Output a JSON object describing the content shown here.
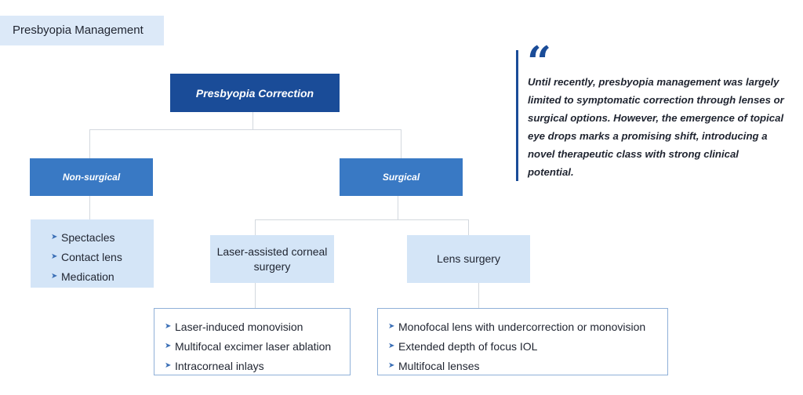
{
  "header_tag": "Presbyopia Management",
  "diagram": {
    "root": "Presbyopia Correction",
    "non_surgical": {
      "label": "Non-surgical",
      "items": [
        "Spectacles",
        "Contact lens",
        "Medication"
      ]
    },
    "surgical": {
      "label": "Surgical",
      "laser": {
        "label": "Laser-assisted corneal surgery",
        "items": [
          "Laser-induced monovision",
          "Multifocal excimer laser ablation",
          "Intracorneal inlays"
        ]
      },
      "lens": {
        "label": "Lens surgery",
        "items": [
          "Monofocal lens with undercorrection or monovision",
          "Extended depth of focus IOL",
          "Multifocal lenses"
        ]
      }
    }
  },
  "quote": {
    "mark": "“",
    "text": "Until recently, presbyopia management was largely limited to symptomatic correction through lenses or surgical options. However, the emergence of topical eye drops marks a promising shift, introducing a novel therapeutic class with strong clinical potential."
  },
  "colors": {
    "dark_blue": "#1a4c98",
    "mid_blue": "#3979c4",
    "light_blue": "#d4e5f7",
    "connector": "#d3d8de"
  },
  "icons": {
    "bullet": "chevron-right-icon",
    "quote": "quote-icon"
  }
}
